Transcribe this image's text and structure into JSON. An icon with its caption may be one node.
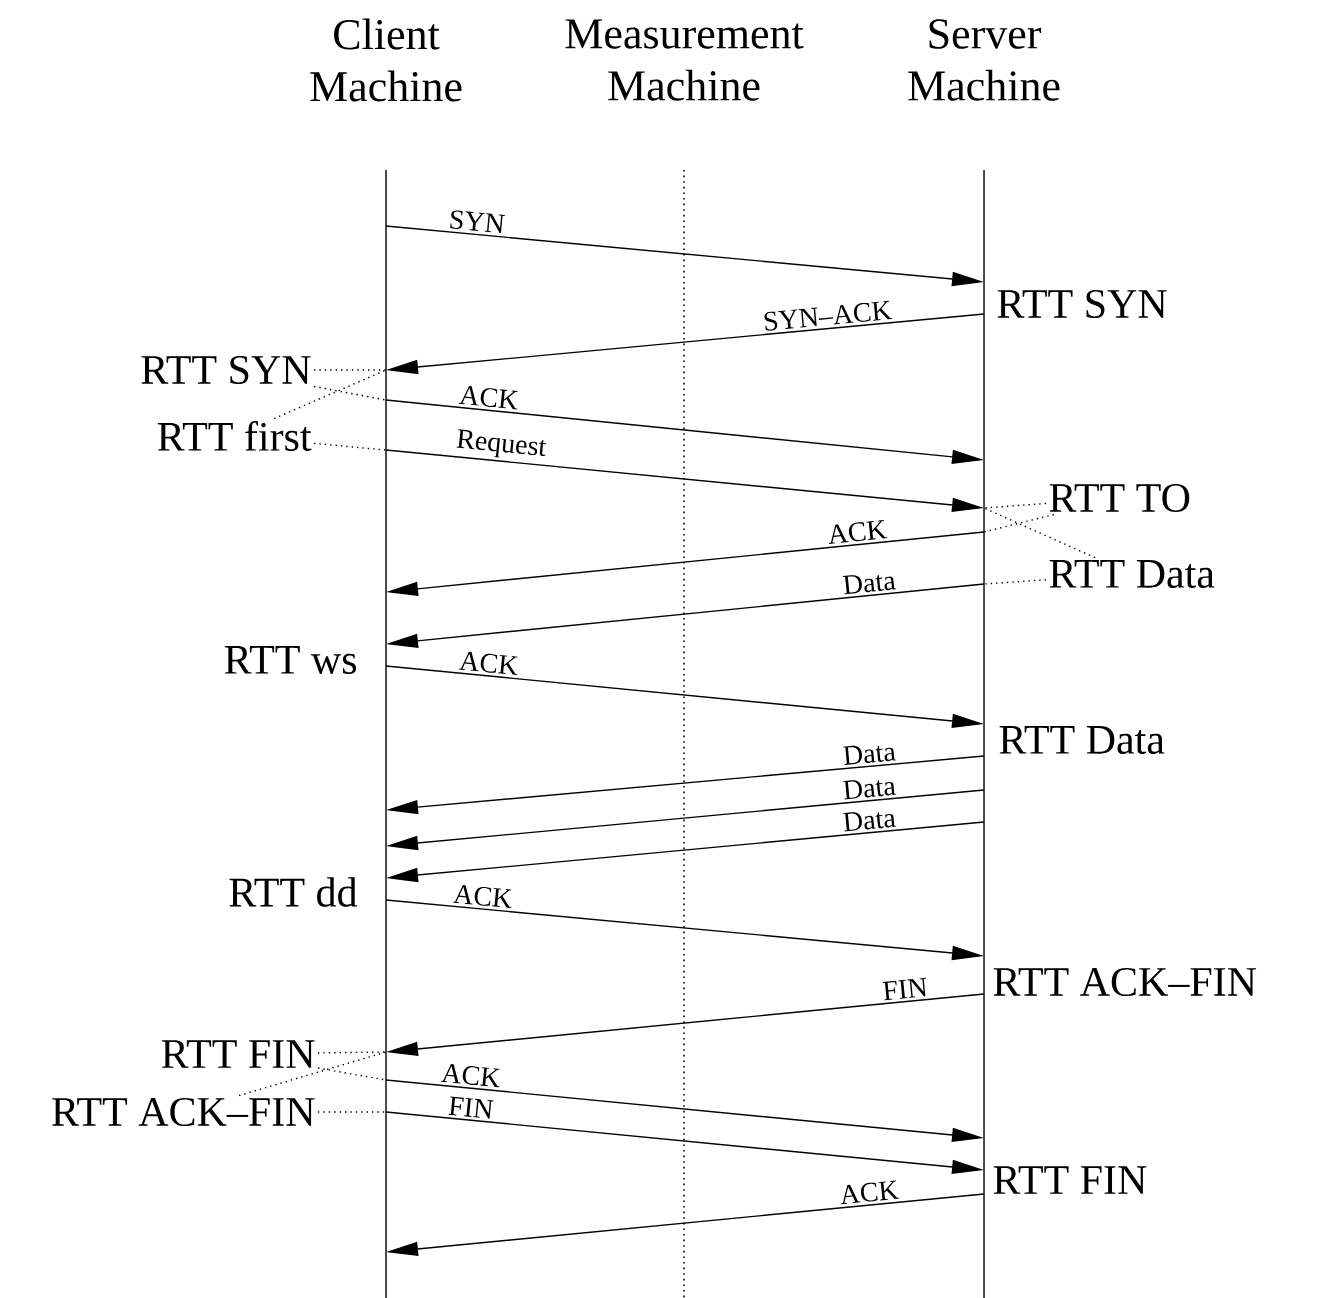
{
  "diagram": {
    "nodes": [
      {
        "text": [
          "Client Machine"
        ]
      },
      {
        "text": [
          "Measurement Machine"
        ]
      },
      {
        "text": [
          "Server Machine"
        ]
      },
      {
        "text": [
          "RTT SYN"
        ]
      },
      {
        "text": [
          "RTT first"
        ]
      },
      {
        "text": [
          "RTT TO"
        ]
      },
      {
        "text": [
          "RTT Data"
        ]
      },
      {
        "text": [
          "RTT FIN"
        ]
      },
      {
        "text": [
          "RTT ACK–FIN"
        ]
      }
    ],
    "edges": [
      {
        "from": 0,
        "to": 2,
        "arrow": "to",
        "label": "SYN"
      },
      {
        "from": 2,
        "to": 0,
        "arrow": "to",
        "label": "SYN–ACK"
      },
      {
        "from": 0,
        "to": 2,
        "arrow": "to",
        "label": "ACK"
      },
      {
        "from": 0,
        "to": 2,
        "arrow": "to",
        "label": "Request"
      },
      {
        "from": 2,
        "to": 0,
        "arrow": "to",
        "label": "ACK"
      },
      {
        "from": 2,
        "to": 0,
        "arrow": "to",
        "label": "Data"
      },
      {
        "from": 0,
        "to": 2,
        "arrow": "to",
        "label": "ACK"
      },
      {
        "from": 2,
        "to": 0,
        "arrow": "to",
        "label": "Data"
      },
      {
        "from": 2,
        "to": 0,
        "arrow": "to",
        "label": "Data"
      },
      {
        "from": 2,
        "to": 0,
        "arrow": "to",
        "label": "Data"
      },
      {
        "from": 0,
        "to": 2,
        "arrow": "to",
        "label": "ACK"
      },
      {
        "from": 2,
        "to": 0,
        "arrow": "to",
        "label": "FIN"
      },
      {
        "from": 0,
        "to": 2,
        "arrow": "to",
        "label": "ACK"
      },
      {
        "from": 0,
        "to": 2,
        "arrow": "to",
        "label": "FIN"
      },
      {
        "from": 2,
        "to": 0,
        "arrow": "to",
        "label": "ACK"
      },
      {
        "from": 3,
        "to": 0,
        "arrow": "none",
        "style": "dashed"
      },
      {
        "from": 3,
        "to": 0,
        "arrow": "none",
        "style": "dashed"
      },
      {
        "from": 4,
        "to": 0,
        "arrow": "none",
        "style": "dashed"
      },
      {
        "from": 4,
        "to": 0,
        "arrow": "none",
        "style": "dashed"
      },
      {
        "from": 5,
        "to": 2,
        "arrow": "none",
        "style": "dashed"
      },
      {
        "from": 5,
        "to": 2,
        "arrow": "none",
        "style": "dashed"
      },
      {
        "from": 6,
        "to": 2,
        "arrow": "none",
        "style": "dashed"
      },
      {
        "from": 6,
        "to": 2,
        "arrow": "none",
        "style": "dashed"
      },
      {
        "from": 7,
        "to": 0,
        "arrow": "none",
        "style": "dashed"
      },
      {
        "from": 7,
        "to": 0,
        "arrow": "none",
        "style": "dashed"
      },
      {
        "from": 8,
        "to": 0,
        "arrow": "none",
        "style": "dashed"
      },
      {
        "from": 8,
        "to": 0,
        "arrow": "none",
        "style": "dashed"
      }
    ],
    "labels": [
      "RTT SYN",
      "RTT ws",
      "RTT Data",
      "RTT dd",
      "RTT ACK–FIN",
      "RTT FIN"
    ]
  }
}
